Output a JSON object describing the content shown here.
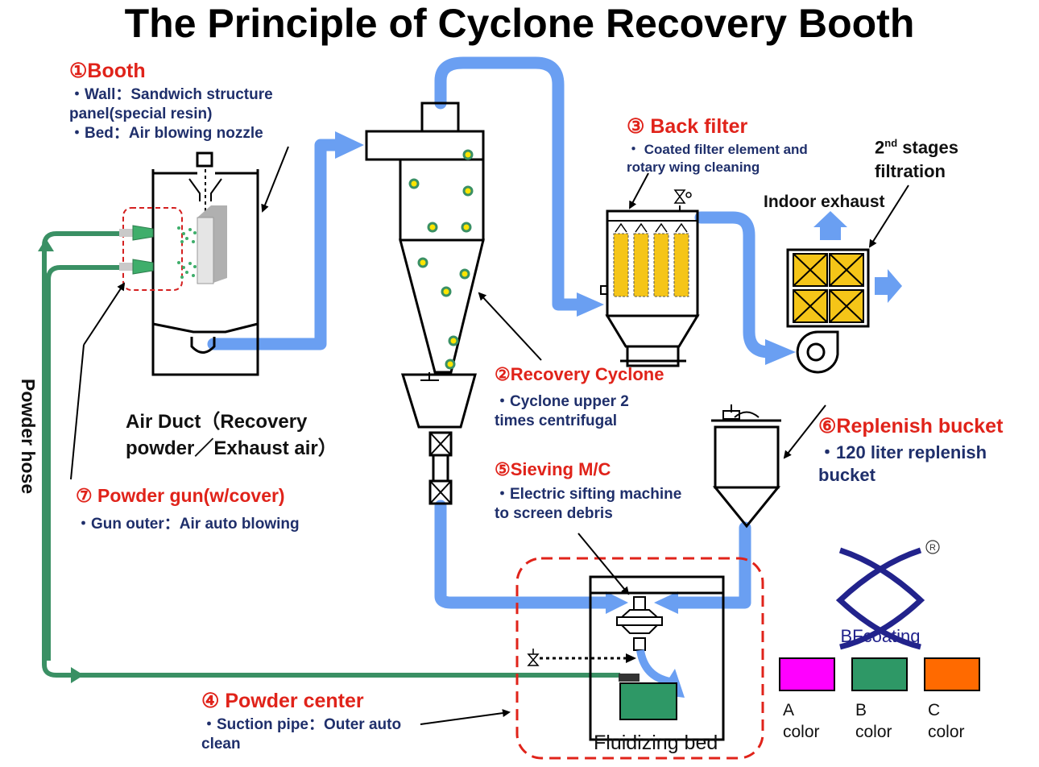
{
  "title": "The Principle of Cyclone Recovery Booth",
  "booth": {
    "header": "①Booth",
    "desc1": "・Wall：Sandwich structure",
    "desc2": "panel(special resin)",
    "desc3": "・Bed：Air blowing nozzle"
  },
  "recovery_cyclone": {
    "header": "②Recovery Cyclone",
    "desc1": "・Cyclone upper 2",
    "desc2": "times centrifugal"
  },
  "back_filter": {
    "header": "③ Back filter",
    "desc1": "・ Coated filter element and",
    "desc2": "rotary wing cleaning"
  },
  "powder_center": {
    "header": "④ Powder center",
    "desc1": "・Suction pipe：Outer auto",
    "desc2": "clean"
  },
  "sieving": {
    "header": "⑤Sieving M/C",
    "desc1": "・Electric sifting machine",
    "desc2": "to screen debris"
  },
  "replenish": {
    "header": "⑥Replenish bucket",
    "desc1": "・120 liter replenish",
    "desc2": "bucket"
  },
  "powder_gun": {
    "header": "⑦ Powder gun(w/cover)",
    "desc1": "・Gun outer：Air auto blowing"
  },
  "filtration": {
    "line1_prefix": "2",
    "line1_sup": "nd",
    "line1_suffix": " stages",
    "line2": "filtration"
  },
  "indoor_exhaust": "Indoor exhaust",
  "air_duct": {
    "line1": "Air Duct（Recovery",
    "line2": "powder／Exhaust air）"
  },
  "powder_hose": "Powder hose",
  "fluidizing_bed": "Fluidizing bed",
  "logo": {
    "text": "BFcoating",
    "mark": "R"
  },
  "color_legend": [
    {
      "letter": "A",
      "word": "color",
      "hex": "#ff00ff"
    },
    {
      "letter": "B",
      "word": "color",
      "hex": "#2e9866"
    },
    {
      "letter": "C",
      "word": "color",
      "hex": "#ff6a00"
    }
  ],
  "colors": {
    "duct_blue": "#6a9ff2",
    "hose_green": "#3a9064",
    "label_red": "#e0231a",
    "text_navy": "#1f2f6b",
    "filter_yellow": "#f5c518"
  }
}
